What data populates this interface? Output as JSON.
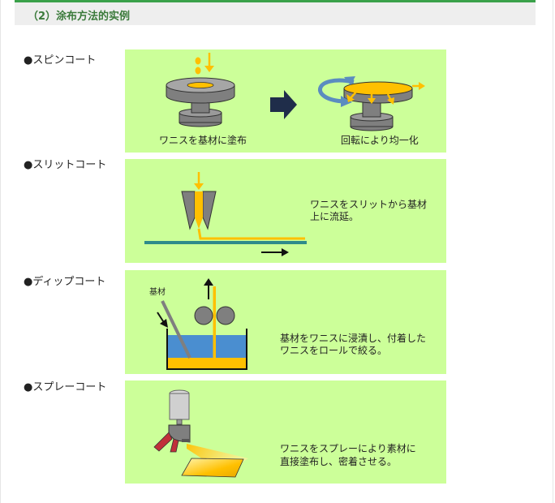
{
  "section": {
    "title": "（2）涂布方法的实例"
  },
  "methods": [
    {
      "label": "●スピンコート",
      "captions": [
        "ワニスを基材に塗布",
        "回転により均一化"
      ]
    },
    {
      "label": "●スリットコート",
      "description_lines": [
        "ワニスをスリットから基材",
        "上に流延。"
      ]
    },
    {
      "label": "●ディップコート",
      "substrate_label": "基材",
      "description_lines": [
        "基材をワニスに浸漬し、付着した",
        "ワニスをロールで絞る。"
      ]
    },
    {
      "label": "●スプレーコート",
      "description_lines": [
        "ワニスをスプレーにより素材に",
        "直接塗布し、密着させる。"
      ]
    }
  ],
  "colors": {
    "panel_bg": "#ccff99",
    "varnish": "#ffc000",
    "header_accent": "#3aa14a",
    "machine_gray": "#7f7f7f",
    "liquid_blue": "#4a8ed0"
  }
}
